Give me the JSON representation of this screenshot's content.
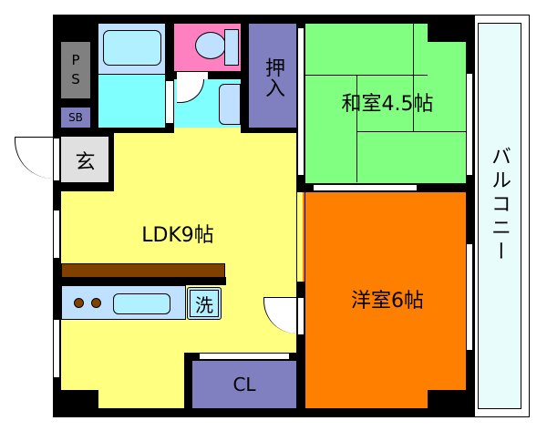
{
  "rooms": {
    "washitsu": {
      "label": "和室4.5帖",
      "color": "#80ff80"
    },
    "youshitsu": {
      "label": "洋室6帖",
      "color": "#ff8000"
    },
    "ldk": {
      "label": "LDK9帖",
      "color": "#ffff80"
    },
    "oshiire": {
      "label": "押入",
      "color": "#8080c0"
    },
    "closet": {
      "label": "CL",
      "color": "#8080c0"
    },
    "genkan": {
      "label": "玄",
      "color": "#e0e0e0"
    },
    "ps": {
      "label_top": "P",
      "label_bottom": "S",
      "color": "#808080"
    },
    "sb": {
      "label": "SB",
      "color": "#8080c0"
    },
    "balcony": {
      "label": "バルコニー",
      "color": "#e8fcfc"
    },
    "bath": {
      "color": "#c0e0ff"
    },
    "washroom": {
      "color": "#80ffff"
    },
    "toilet": {
      "color": "#ff80c0"
    }
  },
  "fixtures": {
    "washing_machine": {
      "label": "洗"
    },
    "counter_color": "#804000",
    "kitchen_color": "#c0e0ff"
  }
}
